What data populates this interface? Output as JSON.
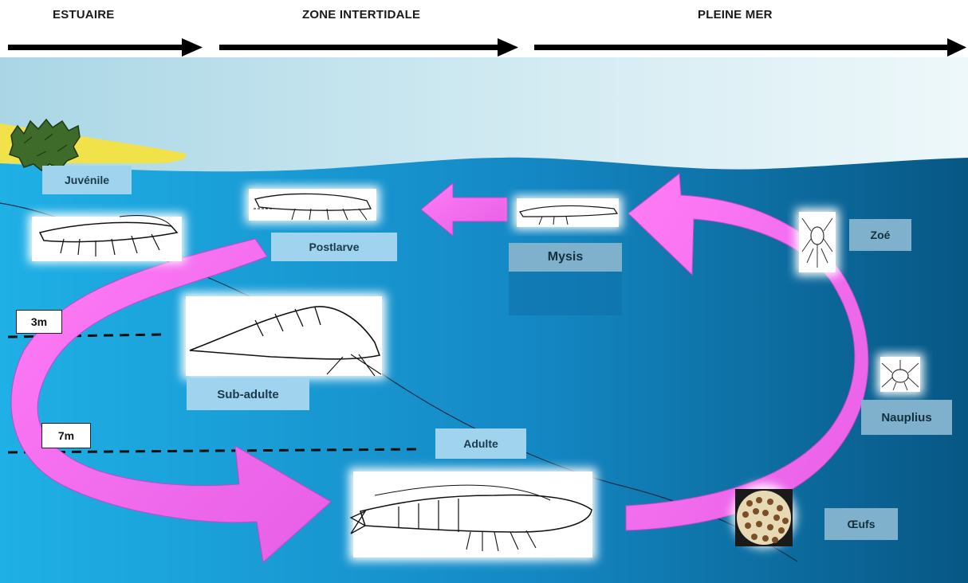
{
  "zones": {
    "estuaire": "ESTUAIRE",
    "intertidale": "ZONE INTERTIDALE",
    "pleine_mer": "PLEINE MER"
  },
  "stages": {
    "juvenile": "Juvénile",
    "postlarve": "Postlarve",
    "mysis": "Mysis",
    "zoe": "Zoé",
    "nauplius": "Nauplius",
    "oeufs": "Œufs",
    "adulte": "Adulte",
    "sub_adulte": "Sub-adulte"
  },
  "depths": {
    "d3": "3m",
    "d7": "7m"
  },
  "colors": {
    "sky": "#d8eef3",
    "sea_light": "#1aa6e0",
    "sea_dark": "#0a5f8e",
    "arrow": "#f06ef0",
    "sand": "#f2e24a",
    "tree": "#3f6b2a"
  }
}
